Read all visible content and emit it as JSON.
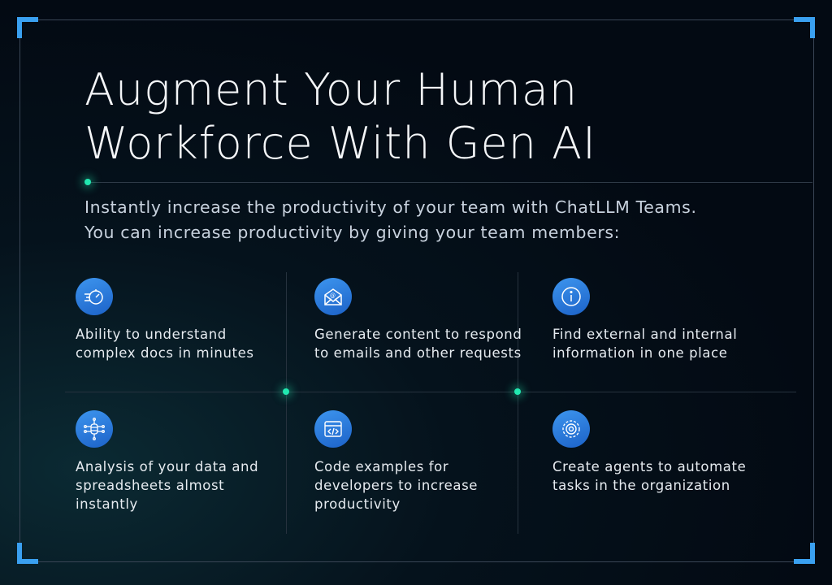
{
  "title_line1": "Augment Your Human",
  "title_line2": "Workforce With Gen AI",
  "subtitle_line1": "Instantly increase the productivity of your team with ChatLLM Teams.",
  "subtitle_line2": "You can increase productivity by giving your team members:",
  "features": [
    {
      "icon": "stopwatch-icon",
      "text": "Ability to understand complex docs in minutes"
    },
    {
      "icon": "email-icon",
      "text": "Generate content to respond to emails and other requests"
    },
    {
      "icon": "info-icon",
      "text": "Find external and internal information in one place"
    },
    {
      "icon": "database-network-icon",
      "text": "Analysis of your data and spreadsheets almost instantly"
    },
    {
      "icon": "code-window-icon",
      "text": "Code examples for developers to increase productivity"
    },
    {
      "icon": "gear-automation-icon",
      "text": "Create agents to automate tasks in the organization"
    }
  ],
  "colors": {
    "accent": "#3aa0f0",
    "dot": "#21e8b0",
    "background": "#030a13"
  }
}
